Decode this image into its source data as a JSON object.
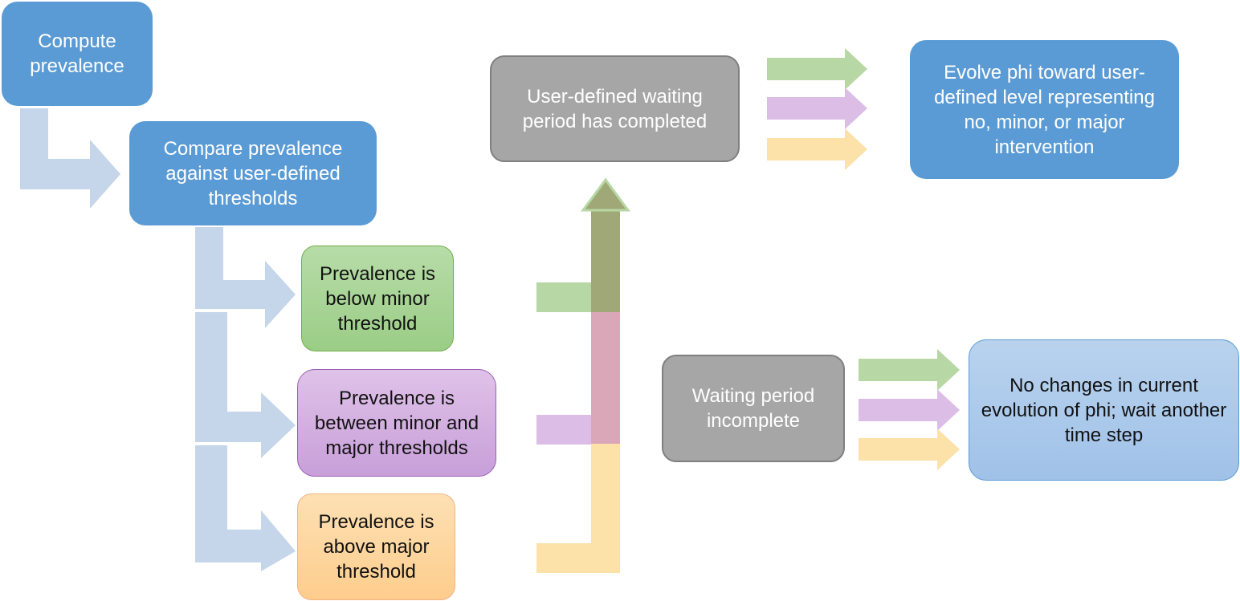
{
  "boxes": {
    "compute": "Compute prevalence",
    "compare": "Compare prevalence against user-defined thresholds",
    "below_minor": "Prevalence is below minor threshold",
    "between": "Prevalence is between minor and major thresholds",
    "above_major": "Prevalence is above major threshold",
    "waiting_completed": "User-defined waiting period has completed",
    "evolve_phi": "Evolve phi toward user-defined level representing no, minor, or major intervention",
    "waiting_incomplete": "Waiting period incomplete",
    "no_changes": "No changes in current evolution of phi; wait another time step"
  },
  "colors": {
    "connector_blue": "#c5d5ea",
    "green_arrow": "#b7d7a4",
    "purple_arrow": "#dcbde6",
    "orange_arrow": "#fce1a9",
    "blue_box": "#5b9bd5",
    "gray_box": "#a6a6a6"
  }
}
